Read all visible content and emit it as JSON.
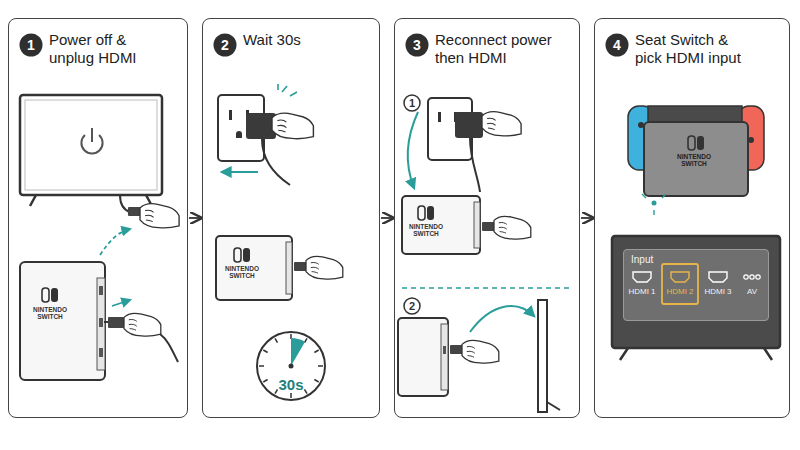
{
  "diagram": {
    "nodes": [
      {
        "text": [
          "Power off & unplug HDMI"
        ]
      },
      {
        "text": [
          "1"
        ],
        "in": 0
      },
      {
        "text": [
          "Wait 30s"
        ]
      },
      {
        "text": [
          "2"
        ],
        "in": 2
      },
      {
        "text": [
          "30s"
        ],
        "in": 2
      },
      {
        "text": [
          "Reconnect power then HDMI"
        ]
      },
      {
        "text": [
          "3"
        ],
        "in": 5
      },
      {
        "text": [
          "1"
        ],
        "in": 5
      },
      {
        "text": [
          "2"
        ],
        "in": 5
      },
      {
        "text": [
          "Seat Switch & pick HDMI input"
        ]
      },
      {
        "text": [
          "4"
        ],
        "in": 9
      },
      {
        "text": [
          "Input"
        ],
        "in": 9
      }
    ],
    "edges": [
      {
        "from": 0,
        "to": 2,
        "arrow": "to"
      },
      {
        "from": 2,
        "to": 5,
        "arrow": "to"
      },
      {
        "from": 5,
        "to": 9,
        "arrow": "to"
      }
    ],
    "labels": [
      "NINTENDO SWITCH",
      "NINTENDO SWITCH",
      "NINTENDO SWITCH",
      "NINTENDO SWITCH",
      "HDMI 1",
      "HDMI 2",
      "HDMI 3",
      "AV"
    ]
  }
}
